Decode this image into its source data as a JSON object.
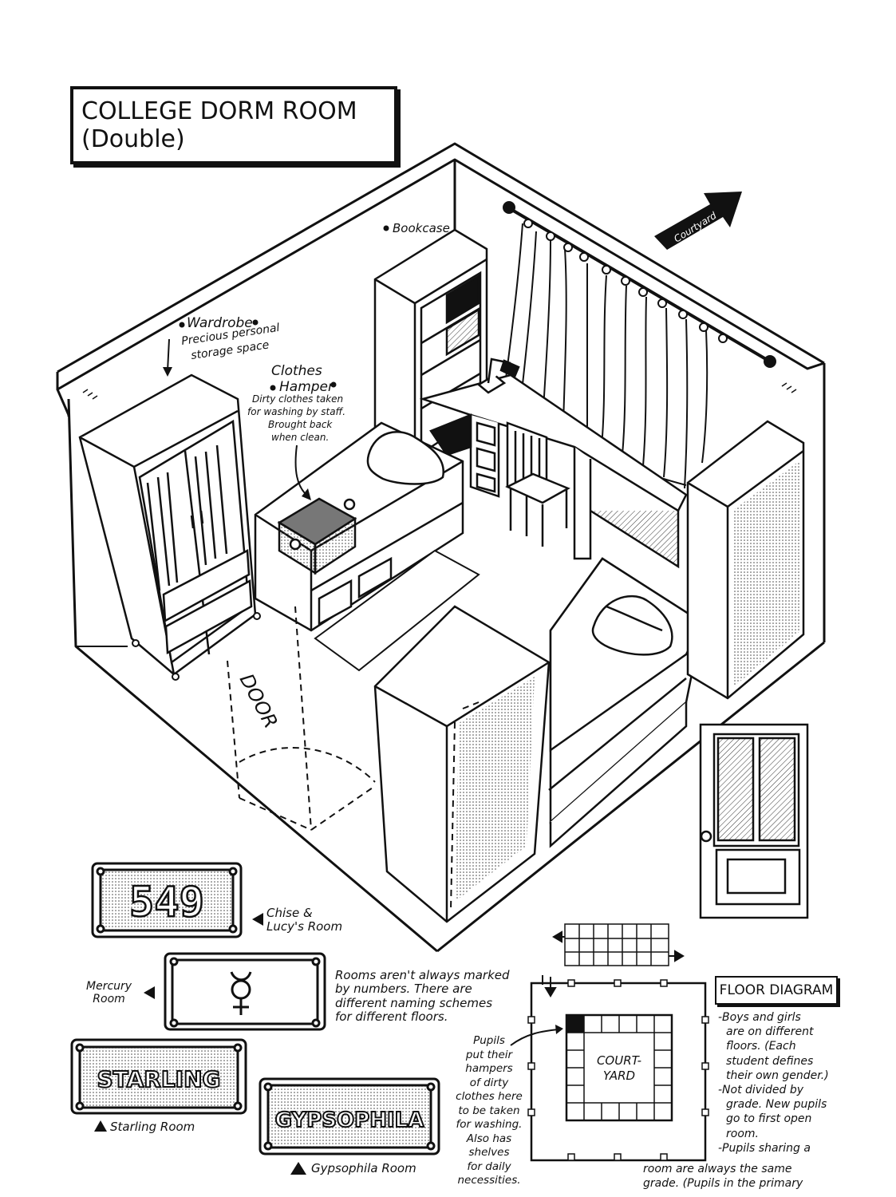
{
  "title": "COLLEGE DORM ROOM (Double)",
  "labels": {
    "bookcase": "Bookcase",
    "wardrobe": "Wardrobe",
    "wardrobe_note": [
      "Precious personal",
      "storage space"
    ],
    "hamper": [
      "Clothes",
      "Hamper"
    ],
    "hamper_note": [
      "Dirty clothes taken",
      "for washing by staff.",
      "Brought back",
      "when clean."
    ],
    "door": "DOOR",
    "courtyard_arrow": "Courtyard"
  },
  "plates": {
    "plate_549": "549",
    "plate_549_caption": [
      "Chise &",
      "Lucy's Room"
    ],
    "mercury_caption": [
      "Mercury",
      "Room"
    ],
    "starling": "STARLING",
    "starling_caption": "Starling Room",
    "gypsophila": "GYPSOPHILA",
    "gypsophila_caption": "Gypsophila Room"
  },
  "rooms_note": [
    "Rooms aren't always marked",
    "by numbers. There are",
    "different naming schemes",
    "for different floors."
  ],
  "pupils_note": [
    "Pupils",
    "put their",
    "hampers",
    "of dirty",
    "clothes here",
    "to be taken",
    "for washing.",
    "Also has",
    "shelves",
    "for daily",
    "necessities."
  ],
  "floor_diagram": {
    "title": "FLOOR DIAGRAM",
    "courtyard": [
      "COURT-",
      "YARD"
    ],
    "notes": [
      "-Boys and girls",
      "are on different",
      "floors. (Each",
      "student defines",
      "their own gender.)",
      "-Not divided by",
      "grade. New pupils",
      "go to first open",
      "room.",
      "-Pupils sharing a"
    ],
    "notes_wide": [
      "room are always the same",
      "grade. (Pupils in the primary"
    ]
  }
}
